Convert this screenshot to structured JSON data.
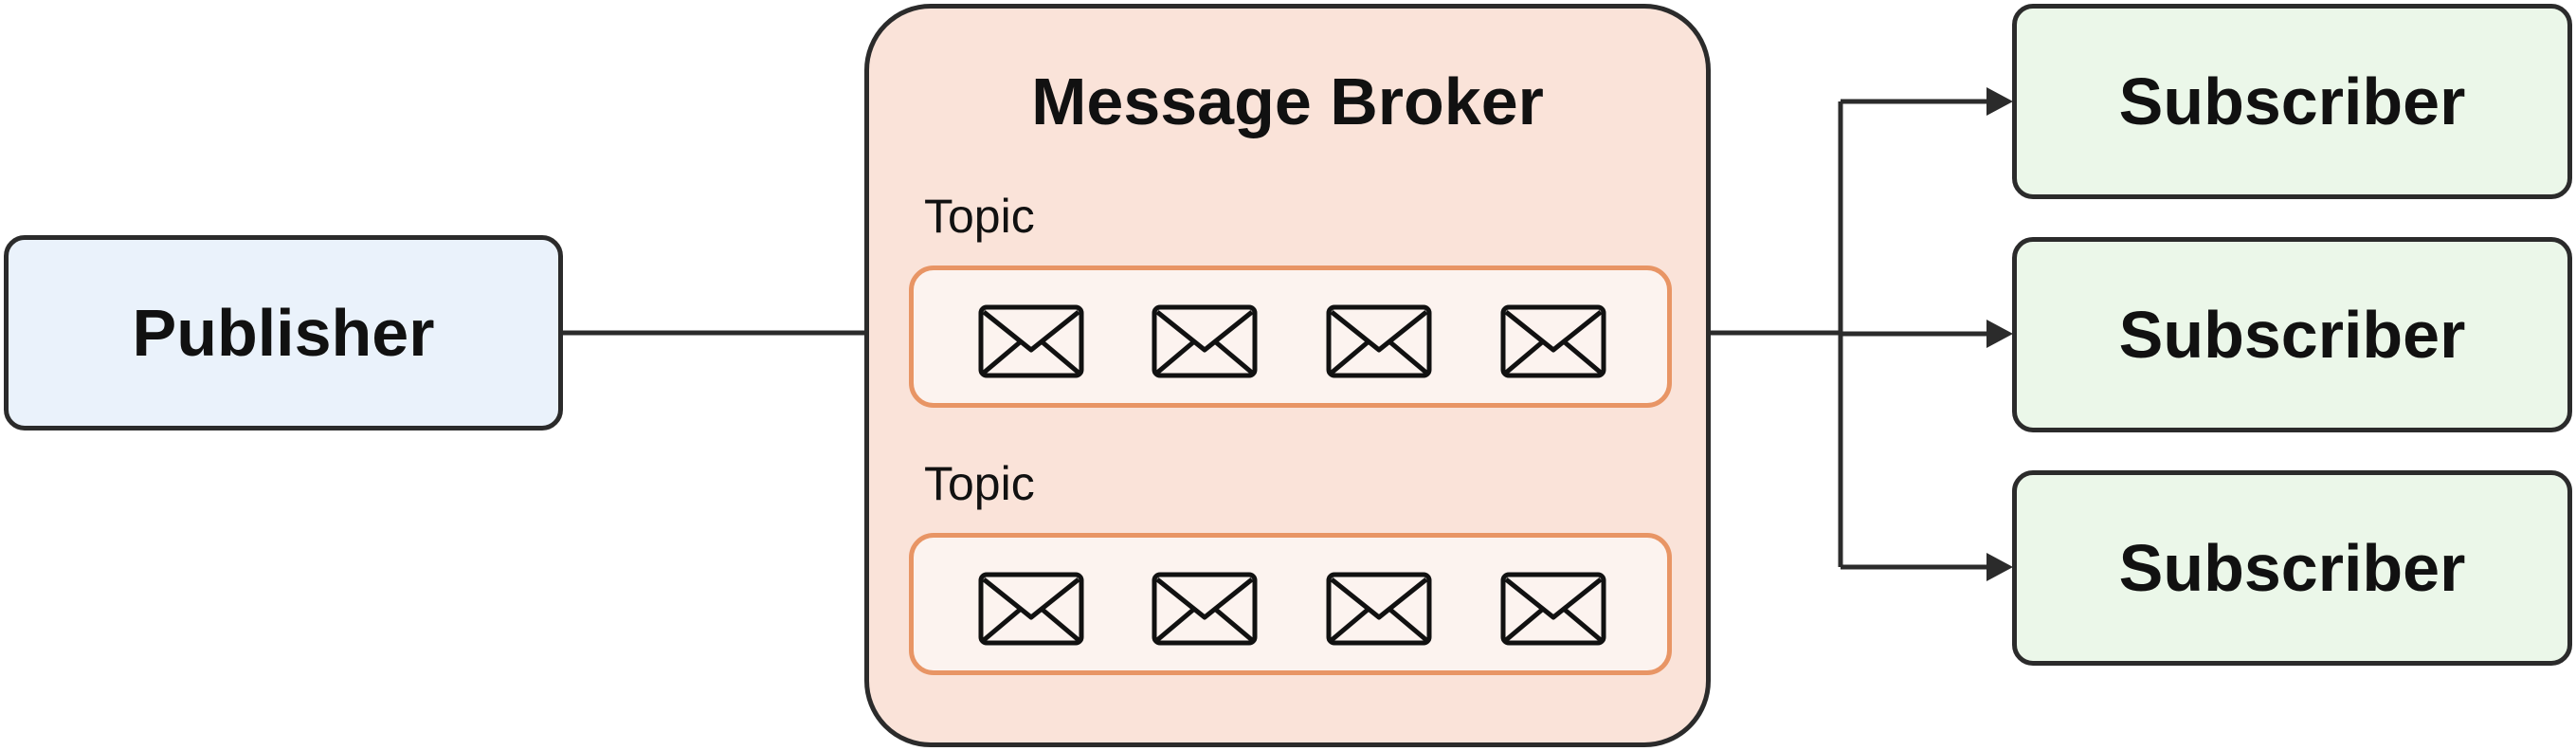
{
  "publisher": {
    "label": "Publisher"
  },
  "broker": {
    "title": "Message Broker",
    "topics": [
      {
        "label": "Topic",
        "message_count": 4
      },
      {
        "label": "Topic",
        "message_count": 4
      }
    ]
  },
  "subscribers": [
    {
      "label": "Subscriber"
    },
    {
      "label": "Subscriber"
    },
    {
      "label": "Subscriber"
    }
  ],
  "colors": {
    "publisher_fill": "#eaf2fb",
    "broker_fill": "#fae3d9",
    "queue_border": "#e89565",
    "queue_fill": "#fcf3ef",
    "subscriber_fill": "#ebf7e9",
    "stroke": "#2b2b2b"
  },
  "icons": {
    "message": "envelope-icon"
  }
}
